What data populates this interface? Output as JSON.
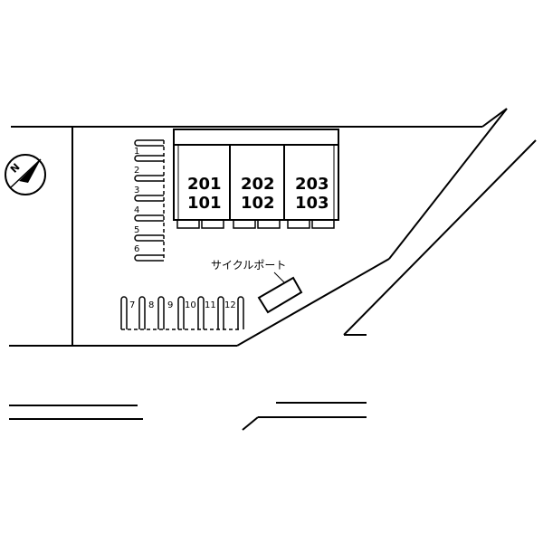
{
  "compass": {
    "north_label": "N",
    "icon": "north-arrow-icon"
  },
  "buildings": [
    {
      "upper": "201",
      "lower": "101"
    },
    {
      "upper": "202",
      "lower": "102"
    },
    {
      "upper": "203",
      "lower": "103"
    }
  ],
  "parking_left": [
    "1",
    "2",
    "3",
    "4",
    "5",
    "6"
  ],
  "parking_bottom": [
    "7",
    "8",
    "9",
    "10",
    "11",
    "12"
  ],
  "cycle_port": {
    "label": "サイクルポート"
  }
}
